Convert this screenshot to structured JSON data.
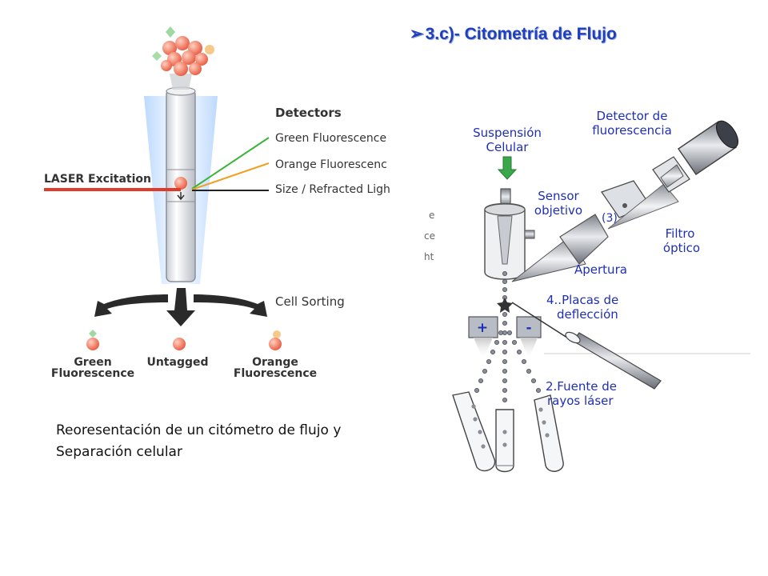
{
  "slide": {
    "title_bullet": "➢",
    "title": "3.c)- Citometría de Flujo",
    "caption_line1": "Reoresentación de un citómetro de flujo y",
    "caption_line2": "Separación celular"
  },
  "left_diagram": {
    "detectors_heading": "Detectors",
    "detectors": [
      "Green Fluorescence",
      "Orange Fluorescenc",
      "Size / Refracted Ligh"
    ],
    "laser_label": "LASER Excitation",
    "cell_sorting_label": "Cell Sorting",
    "outputs": [
      {
        "line1": "Green",
        "line2": "Fluorescence"
      },
      {
        "line1": "Untagged",
        "line2": ""
      },
      {
        "line1": "Orange",
        "line2": "Fluorescence"
      }
    ],
    "cropped_fragments": [
      "e",
      "ce",
      "ht"
    ]
  },
  "right_diagram": {
    "suspension_line1": "Suspensión",
    "suspension_line2": "Celular",
    "detector_line1": "Detector de",
    "detector_line2": "fluorescencia",
    "sensor_line1": "Sensor",
    "sensor_line2": "objetivo",
    "step_3": "(3)",
    "filter_line1": "Filtro",
    "filter_line2": "óptico",
    "aperture": "Apertura",
    "plates_line1": "4..Placas de",
    "plates_line2": "deflección",
    "plus": "+",
    "minus": "-",
    "laser_line1": "2.Fuente de",
    "laser_line2": "rayos láser"
  },
  "colors": {
    "title": "#1f3fbf",
    "label_blue": "#1f2fb5",
    "laser_red": "#e03a2a",
    "green_line": "#3cb43c",
    "orange_line": "#f0a020",
    "cell": "#f07860"
  }
}
